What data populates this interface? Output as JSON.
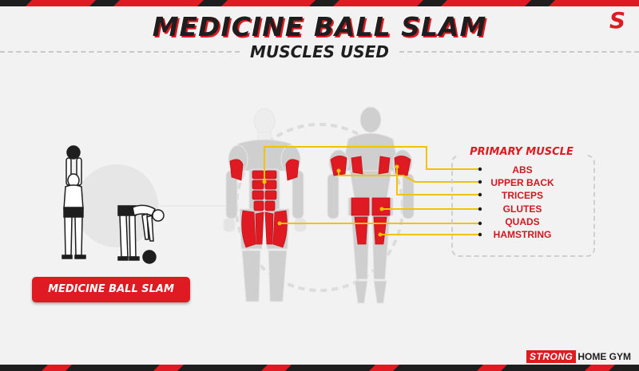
{
  "header": {
    "title": "MEDICINE BALL SLAM",
    "subtitle": "MUSCLES USED"
  },
  "logo": {
    "mark": "S",
    "icon": "strong-home-gym-s-logo"
  },
  "exercise_label": "MEDICINE BALL SLAM",
  "primary_muscle": {
    "title": "PRIMARY MUSCLE",
    "items": [
      "ABS",
      "UPPER BACK",
      "TRICEPS",
      "GLUTES",
      "QUADS",
      "HAMSTRING"
    ]
  },
  "brand": {
    "strong": "STRONG",
    "rest": "HOME GYM"
  },
  "colors": {
    "accent": "#e01a22",
    "dark": "#1e1e1e",
    "connector": "#f2c200",
    "muscle_gray": "#cfcfcf"
  }
}
